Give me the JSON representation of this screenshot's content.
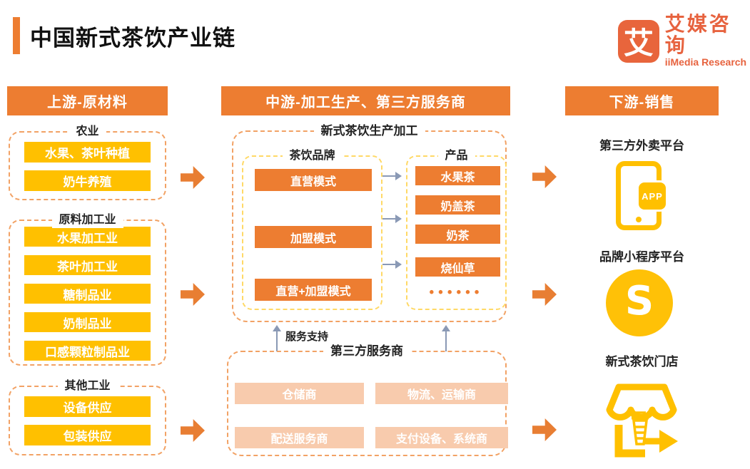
{
  "page_title": "中国新式茶饮产业链",
  "logo": {
    "glyph": "艾",
    "name_cn": "艾媒咨询",
    "name_en": "iiMedia Research"
  },
  "upstream": {
    "header": "上游-原材料",
    "groups": [
      {
        "label": "农业",
        "items": [
          "水果、茶叶种植",
          "奶牛养殖"
        ]
      },
      {
        "label": "原料加工业",
        "items": [
          "水果加工业",
          "茶叶加工业",
          "糖制品业",
          "奶制品业",
          "口感颗粒制品业"
        ]
      },
      {
        "label": "其他工业",
        "items": [
          "设备供应",
          "包装供应"
        ]
      }
    ]
  },
  "midstream": {
    "header": "中游-加工生产、第三方服务商",
    "production_label": "新式茶饮生产加工",
    "brands": {
      "label": "茶饮品牌",
      "items": [
        "直营模式",
        "加盟模式",
        "直营+加盟模式"
      ]
    },
    "products": {
      "label": "产品",
      "items": [
        "水果茶",
        "奶盖茶",
        "奶茶",
        "烧仙草"
      ],
      "more": "••••••"
    },
    "support_label": "服务支持",
    "services": {
      "label": "第三方服务商",
      "items": [
        "仓储商",
        "物流、运输商",
        "配送服务商",
        "支付设备、系统商"
      ]
    }
  },
  "downstream": {
    "header": "下游-销售",
    "channels": [
      {
        "label": "第三方外卖平台",
        "badge": "APP"
      },
      {
        "label": "品牌小程序平台",
        "glyph": "S"
      },
      {
        "label": "新式茶饮门店"
      }
    ]
  },
  "colors": {
    "accent_orange": "#ED7D31",
    "yellow": "#FFC000",
    "salmon": "#F8CBAD",
    "logo_coral": "#E7633F",
    "gray_arrow": "#8a99b5"
  }
}
